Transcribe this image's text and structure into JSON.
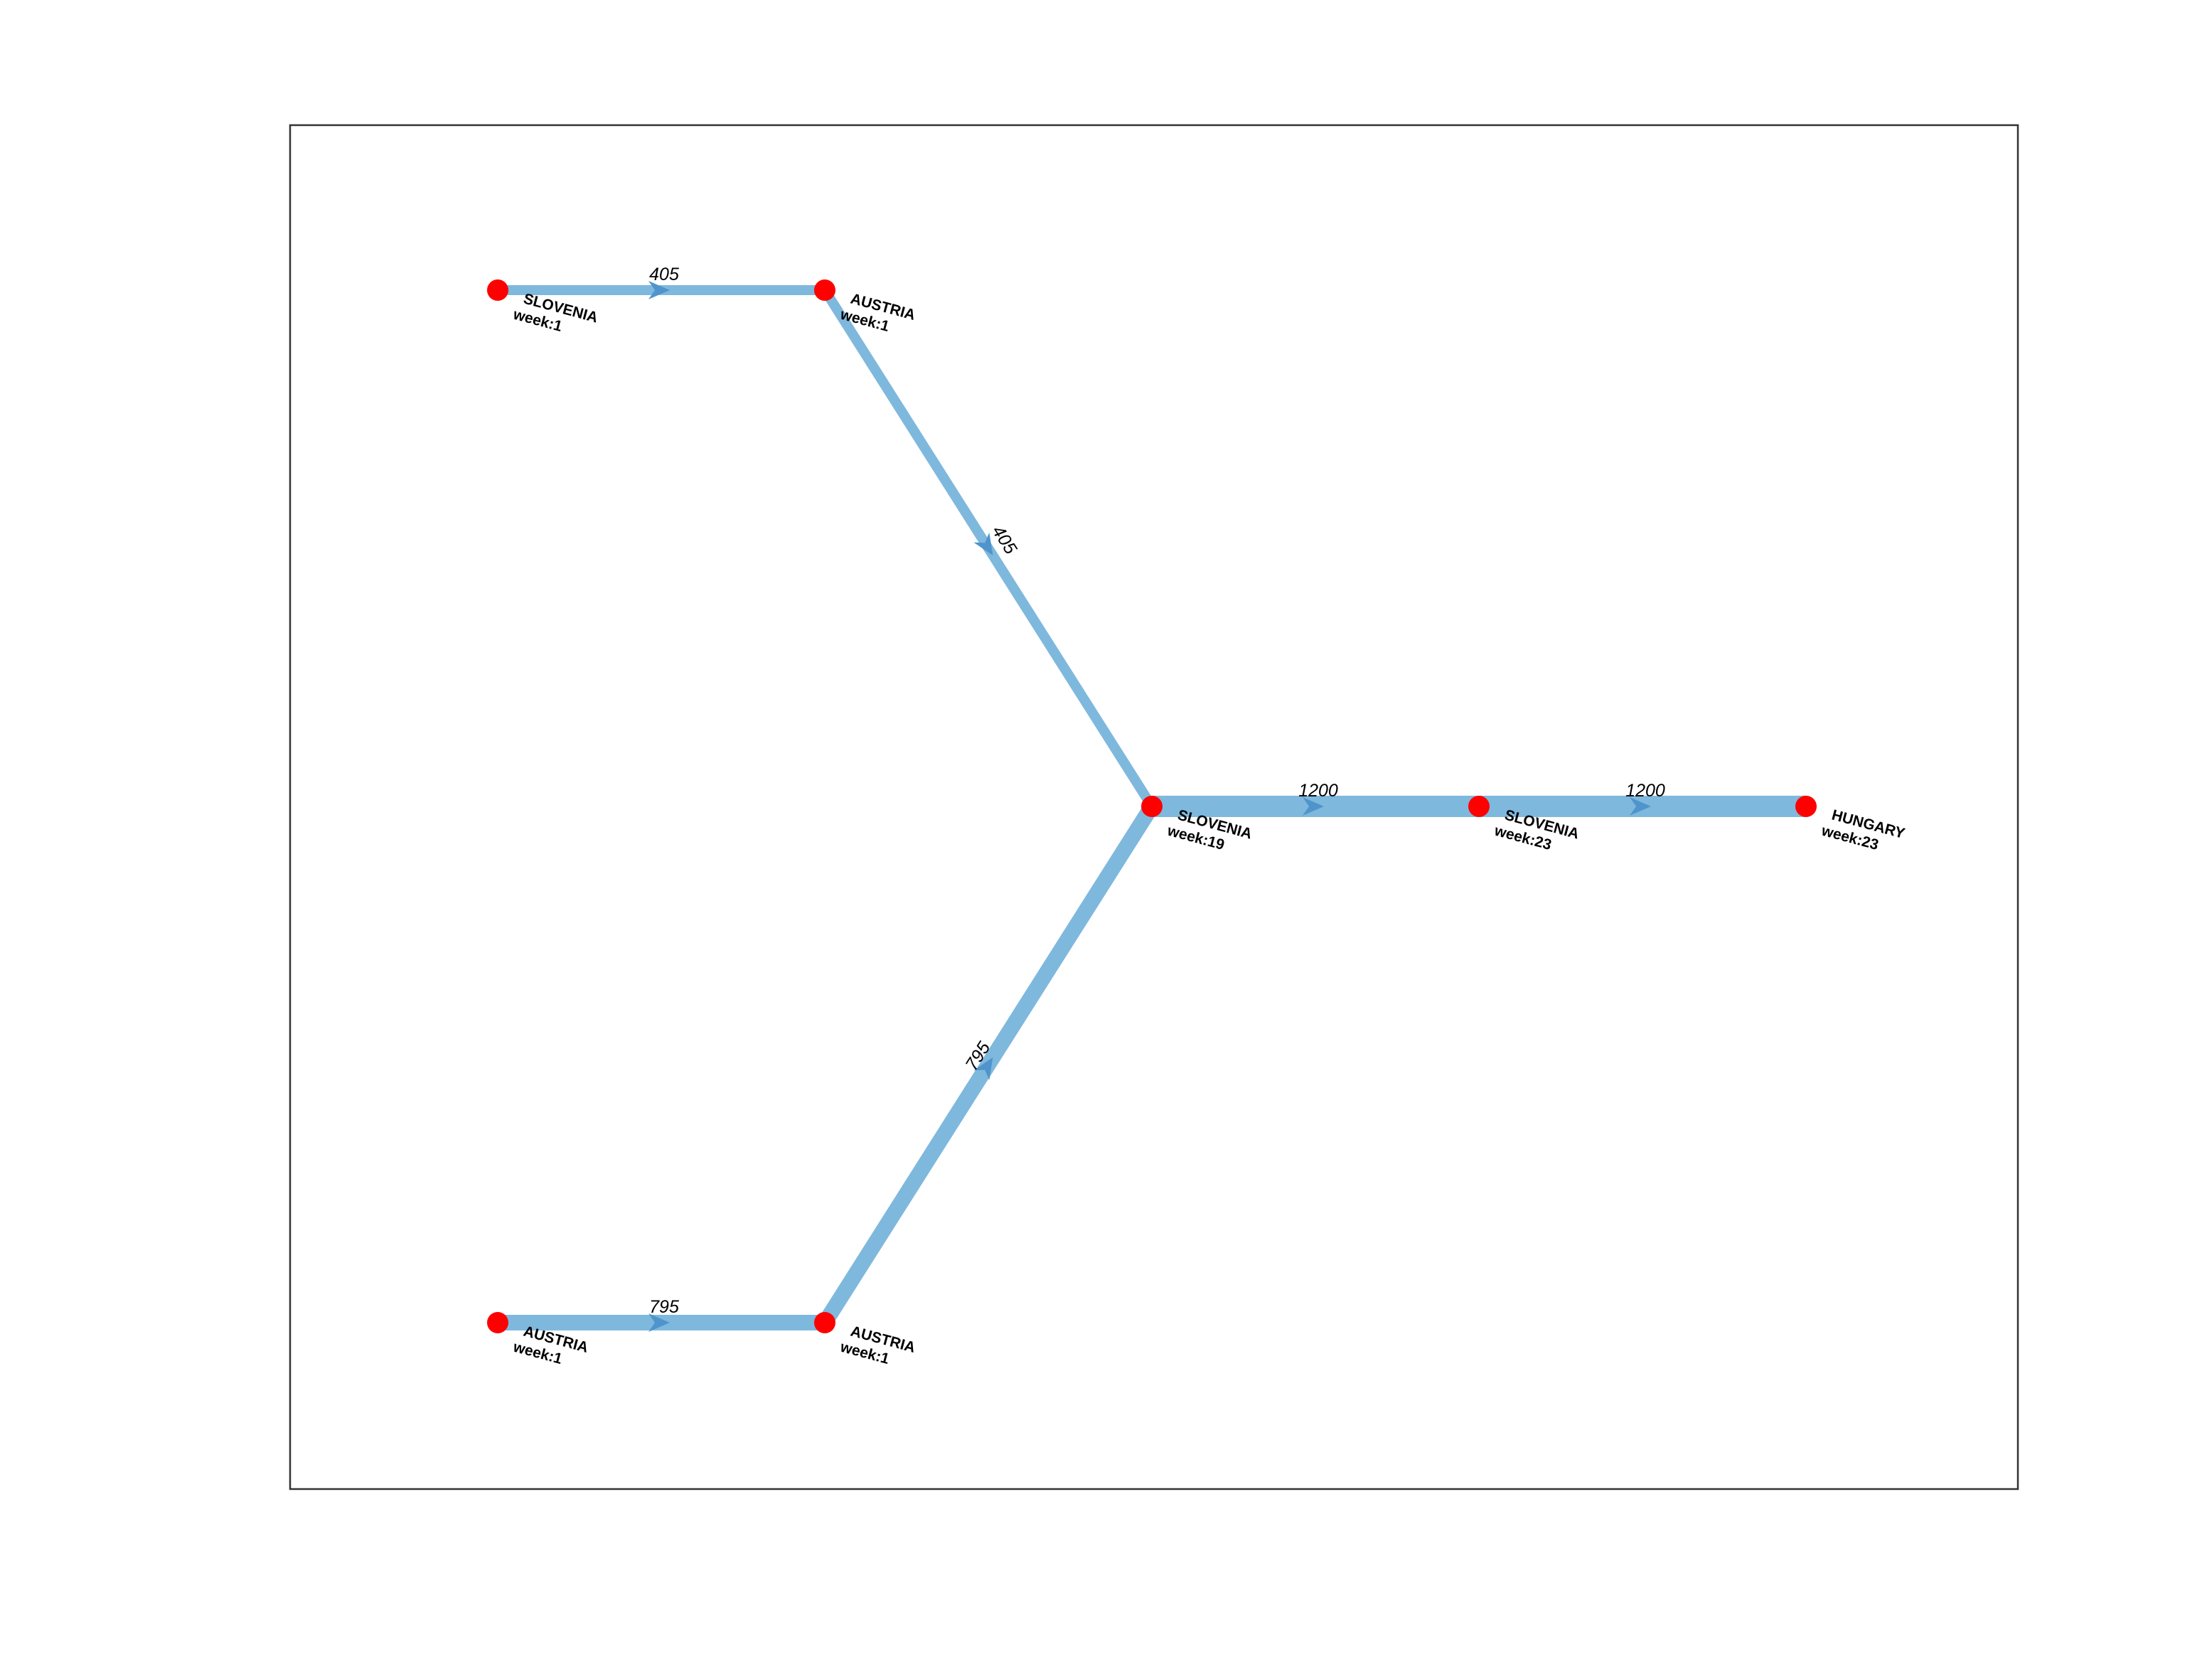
{
  "colors": {
    "edge": "#7fb8dd",
    "arrow": "#4f95cc",
    "node": "#ff0000",
    "frame": "#333333",
    "text": "#000000"
  },
  "graph": {
    "nodes": [
      {
        "id": "n1",
        "country": "SLOVENIA",
        "week": "week:1"
      },
      {
        "id": "n2",
        "country": "AUSTRIA",
        "week": "week:1"
      },
      {
        "id": "n3",
        "country": "AUSTRIA",
        "week": "week:1"
      },
      {
        "id": "n4",
        "country": "AUSTRIA",
        "week": "week:1"
      },
      {
        "id": "n5",
        "country": "SLOVENIA",
        "week": "week:19"
      },
      {
        "id": "n6",
        "country": "SLOVENIA",
        "week": "week:23"
      },
      {
        "id": "n7",
        "country": "HUNGARY",
        "week": "week:23"
      }
    ],
    "edges": [
      {
        "id": "e1",
        "from": "n1",
        "to": "n2",
        "value": 405,
        "label": "405"
      },
      {
        "id": "e2",
        "from": "n2",
        "to": "n5",
        "value": 405,
        "label": "405"
      },
      {
        "id": "e3",
        "from": "n3",
        "to": "n4",
        "value": 795,
        "label": "795"
      },
      {
        "id": "e4",
        "from": "n4",
        "to": "n5",
        "value": 795,
        "label": "795"
      },
      {
        "id": "e5",
        "from": "n5",
        "to": "n6",
        "value": 1200,
        "label": "1200"
      },
      {
        "id": "e6",
        "from": "n6",
        "to": "n7",
        "value": 1200,
        "label": "1200"
      }
    ]
  }
}
